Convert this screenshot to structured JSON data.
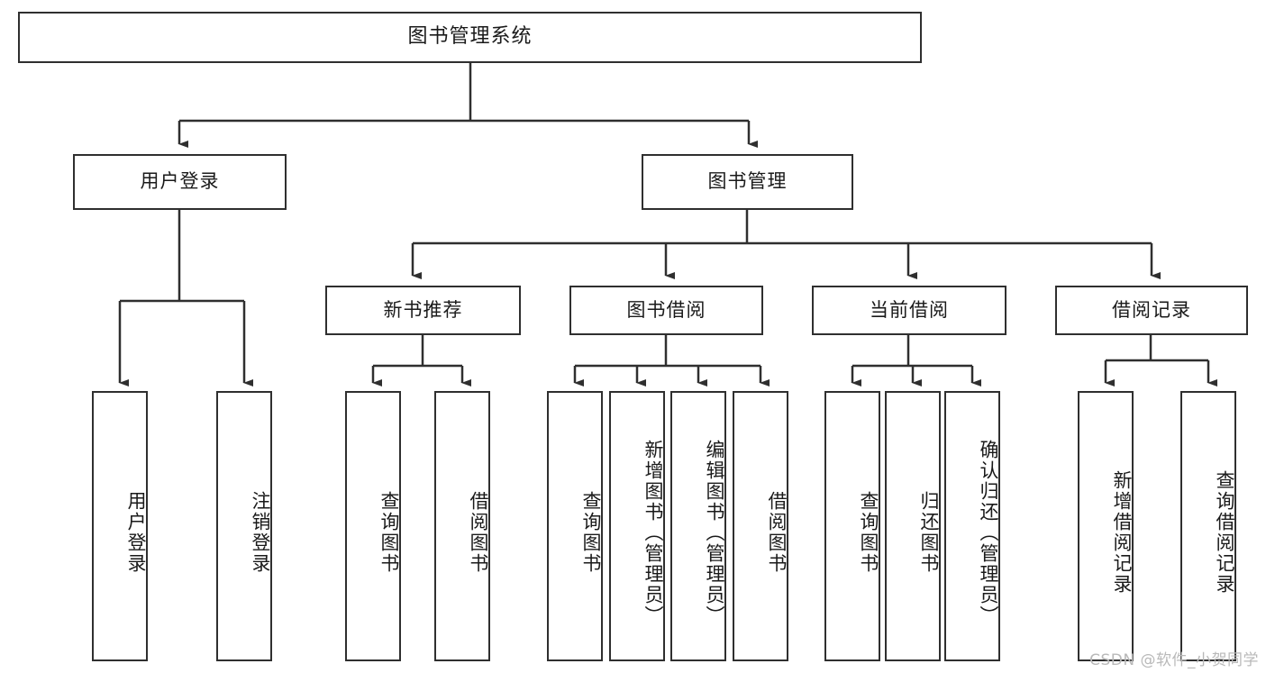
{
  "diagram": {
    "title": "图书管理系统",
    "watermark": "CSDN @软件_小贺同学",
    "colors": {
      "stroke": "#2f2f2f",
      "fill": "#ffffff",
      "text": "#1a1a1a",
      "watermark": "#b9b9b9"
    },
    "root": {
      "label": "图书管理系统"
    },
    "level2": [
      {
        "label": "用户登录"
      },
      {
        "label": "图书管理"
      }
    ],
    "level3": [
      {
        "label": "新书推荐"
      },
      {
        "label": "图书借阅"
      },
      {
        "label": "当前借阅"
      },
      {
        "label": "借阅记录"
      }
    ],
    "leaves": {
      "user_login": [
        {
          "label": "用户登录"
        },
        {
          "label": "注销登录"
        }
      ],
      "new_book_recommend": [
        {
          "label": "查询图书"
        },
        {
          "label": "借阅图书"
        }
      ],
      "book_borrow": [
        {
          "label": "查询图书"
        },
        {
          "label": "新增图书（管理员）"
        },
        {
          "label": "编辑图书（管理员）"
        },
        {
          "label": "借阅图书"
        }
      ],
      "current_borrow": [
        {
          "label": "查询图书"
        },
        {
          "label": "归还图书"
        },
        {
          "label": "确认归还（管理员）"
        }
      ],
      "borrow_record": [
        {
          "label": "新增借阅记录"
        },
        {
          "label": "查询借阅记录"
        }
      ]
    }
  }
}
